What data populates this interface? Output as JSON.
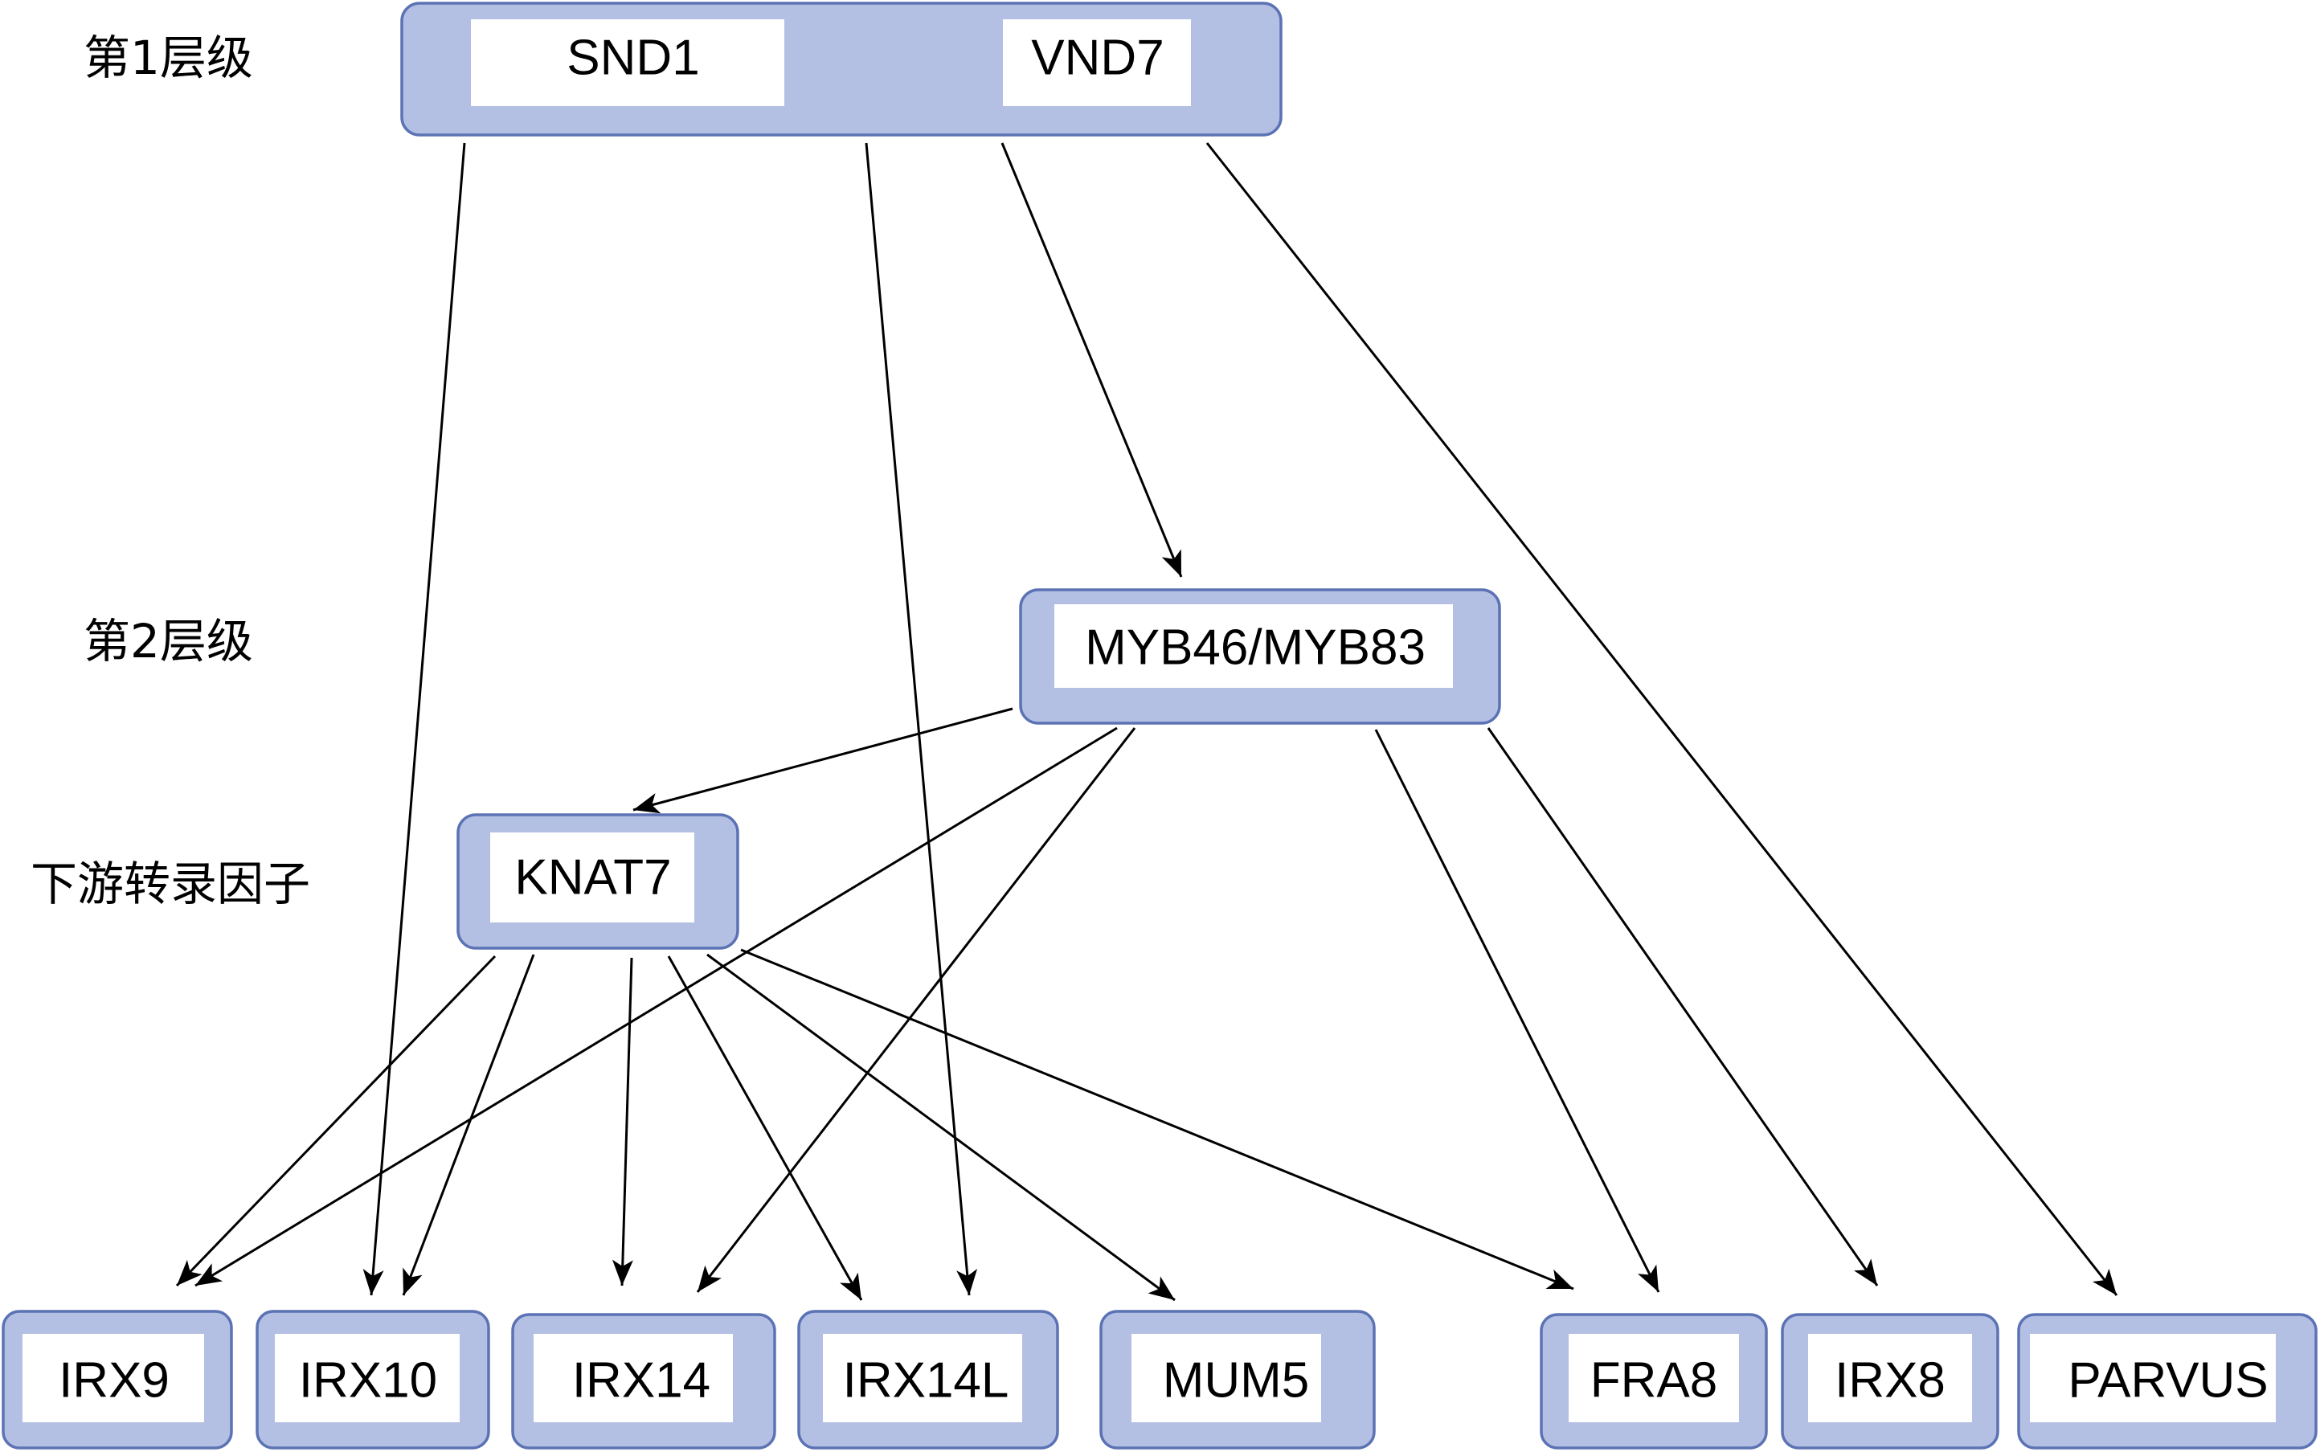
{
  "levels": [
    {
      "id": "level1",
      "label": "第1层级"
    },
    {
      "id": "level2",
      "label": "第2层级"
    },
    {
      "id": "downstream",
      "label": "下游转录因子"
    }
  ],
  "nodes": [
    {
      "id": "snd1",
      "label": "SND1"
    },
    {
      "id": "vnd7",
      "label": "VND7"
    },
    {
      "id": "myb",
      "label": "MYB46/MYB83"
    },
    {
      "id": "knat7",
      "label": "KNAT7"
    },
    {
      "id": "irx9",
      "label": "IRX9"
    },
    {
      "id": "irx10",
      "label": "IRX10"
    },
    {
      "id": "irx14",
      "label": "IRX14"
    },
    {
      "id": "irx14l",
      "label": "IRX14L"
    },
    {
      "id": "mum5",
      "label": "MUM5"
    },
    {
      "id": "fra8",
      "label": "FRA8"
    },
    {
      "id": "irx8",
      "label": "IRX8"
    },
    {
      "id": "parvus",
      "label": "PARVUS"
    }
  ],
  "edges": [
    {
      "from": "level1",
      "to": "irx10"
    },
    {
      "from": "level1",
      "to": "irx14l"
    },
    {
      "from": "level1",
      "to": "myb"
    },
    {
      "from": "level1",
      "to": "parvus"
    },
    {
      "from": "myb",
      "to": "knat7"
    },
    {
      "from": "myb",
      "to": "irx9"
    },
    {
      "from": "myb",
      "to": "irx14"
    },
    {
      "from": "myb",
      "to": "fra8"
    },
    {
      "from": "myb",
      "to": "irx8"
    },
    {
      "from": "knat7",
      "to": "irx9"
    },
    {
      "from": "knat7",
      "to": "irx10"
    },
    {
      "from": "knat7",
      "to": "irx14"
    },
    {
      "from": "knat7",
      "to": "irx14l"
    },
    {
      "from": "knat7",
      "to": "mum5"
    },
    {
      "from": "knat7",
      "to": "fra8"
    }
  ],
  "colors": {
    "node_fill": "#b4c0e3",
    "node_border": "#5b72b4",
    "label_box": "#ffffff",
    "edge": "#000000"
  }
}
